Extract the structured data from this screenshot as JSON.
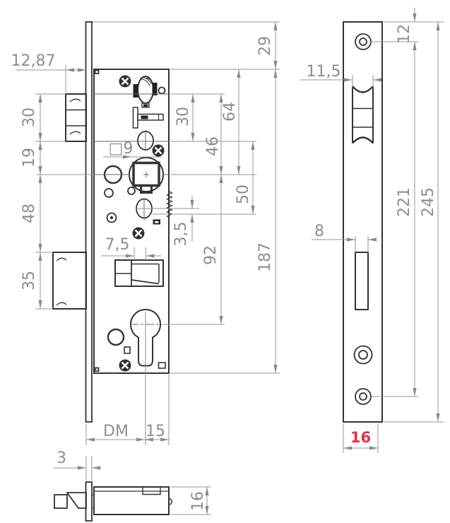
{
  "drawing": {
    "type": "mortise-lock technical drawing",
    "views": [
      "side view",
      "faceplate front view",
      "bottom section view"
    ]
  },
  "colors": {
    "object_line": "#333333",
    "dim_line": "#969696",
    "dim_text": "#8e8e8e",
    "accent_red": "#e5304a",
    "background": "#ffffff"
  },
  "dims": {
    "latch_protrusion": "12,87",
    "latch_height": "30",
    "latch_to_follower": "19",
    "follower_to_deadbolt": "48",
    "deadbolt_height": "35",
    "spindle_square": "□9",
    "lever_offset": "7,5",
    "spring_offset": "3,5",
    "latch_axis_to_guide": "30",
    "latch_axis_to_follower": "46",
    "case_top_to_follower": "64",
    "guide_to_spring": "50",
    "follower_to_cylinder": "92",
    "case_height": "187",
    "case_top_offset": "29",
    "backset_label": "DM",
    "axis_to_case_back": "15",
    "faceplate_thickness": "3",
    "case_depth": "16",
    "plate_top_to_hole": "12",
    "latch_cutout_width": "11,5",
    "screw_hole_spacing": "221",
    "faceplate_height": "245",
    "cylinder_slot_width": "8",
    "faceplate_width_red": "16"
  }
}
